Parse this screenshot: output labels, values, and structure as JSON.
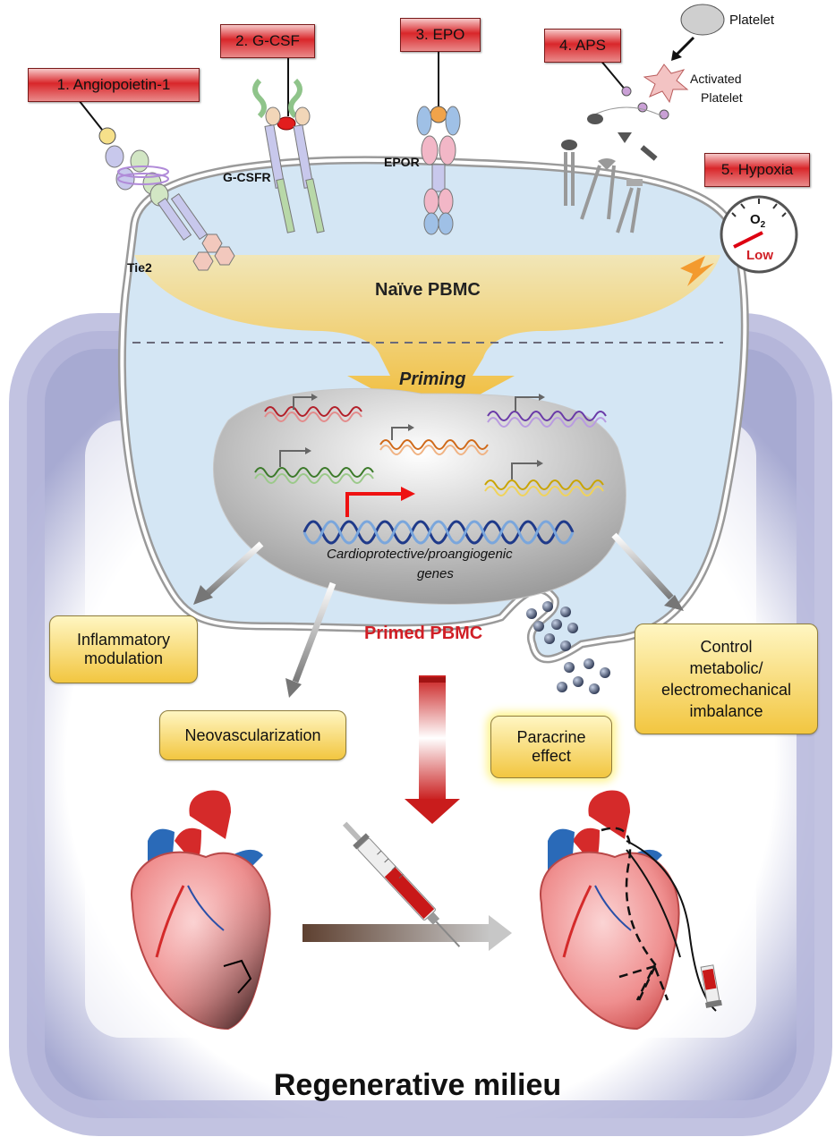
{
  "stimuli": {
    "angiopoietin": "1. Angiopoietin-1",
    "gcsf": "2. G-CSF",
    "epo": "3. EPO",
    "aps": "4. APS",
    "hypoxia": "5. Hypoxia"
  },
  "receptors": {
    "tie2": "Tie2",
    "gcsfr": "G-CSFR",
    "epor": "EPOR"
  },
  "platelet": {
    "resting": "Platelet",
    "activated_line1": "Activated",
    "activated_line2": "Platelet"
  },
  "gauge": {
    "o2_symbol": "O",
    "o2_subscript": "2",
    "level": "Low"
  },
  "cell": {
    "naive": "Naïve PBMC",
    "priming": "Priming",
    "primed": "Primed PBMC"
  },
  "nucleus": {
    "genes_line1": "Cardioprotective/proangiogenic",
    "genes_line2": "genes"
  },
  "effects": {
    "inflammatory_line1": "Inflammatory",
    "inflammatory_line2": "modulation",
    "neovascularization": "Neovascularization",
    "paracrine_line1": "Paracrine",
    "paracrine_line2": "effect",
    "control_line1": "Control",
    "control_line2": "metabolic/",
    "control_line3": "electromechanical",
    "control_line4": "imbalance"
  },
  "footer": {
    "title": "Regenerative milieu"
  },
  "colors": {
    "label_red": "#d9262a",
    "milieu_purple": "#a9acd3",
    "cell_blue": "#d3e5f2",
    "priming_yellow": "#f5b81e",
    "primed_text": "#d01f26"
  }
}
